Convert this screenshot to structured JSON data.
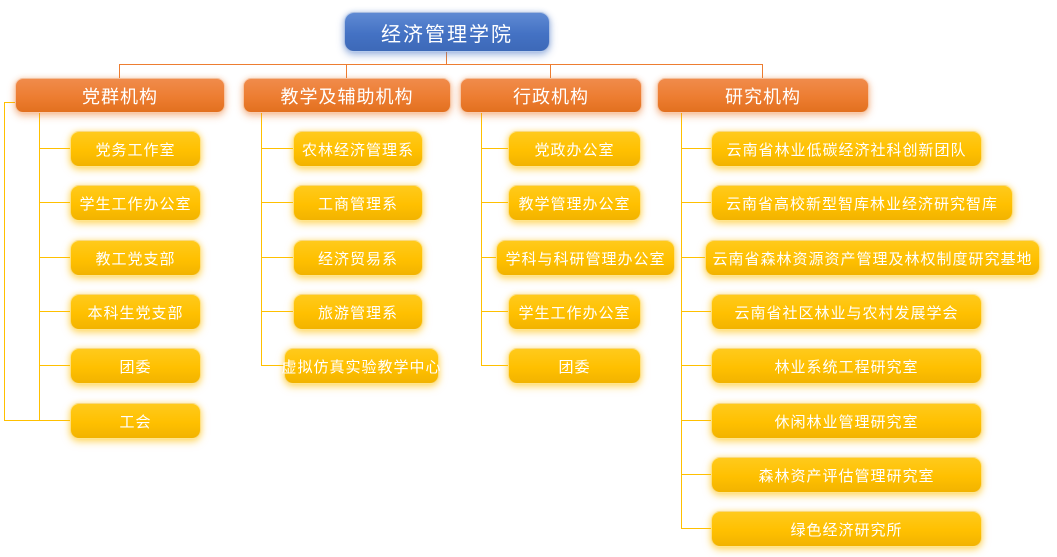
{
  "root": {
    "label": "经济管理学院"
  },
  "branches": [
    {
      "label": "党群机构",
      "children": [
        "党务工作室",
        "学生工作办公室",
        "教工党支部",
        "本科生党支部",
        "团委",
        "工会"
      ]
    },
    {
      "label": "教学及辅助机构",
      "children": [
        "农林经济管理系",
        "工商管理系",
        "经济贸易系",
        "旅游管理系",
        "虚拟仿真实验教学中心"
      ]
    },
    {
      "label": "行政机构",
      "children": [
        "党政办公室",
        "教学管理办公室",
        "学科与科研管理办公室",
        "学生工作办公室",
        "团委"
      ]
    },
    {
      "label": "研究机构",
      "children": [
        "云南省林业低碳经济社科创新团队",
        "云南省高校新型智库林业经济研究智库",
        "云南省森林资源资产管理及林权制度研究基地",
        "云南省社区林业与农村发展学会",
        "林业系统工程研究室",
        "休闲林业管理研究室",
        "森林资产评估管理研究室",
        "绿色经济研究所"
      ]
    }
  ],
  "colors": {
    "root_fill": "#4472C4",
    "branch_fill": "#ED7D31",
    "child_fill": "#FFC000",
    "text": "#FFFFFF",
    "root_connector": "#ED7D31",
    "branch_connector": "#FFC000",
    "background": "#FFFFFF"
  }
}
